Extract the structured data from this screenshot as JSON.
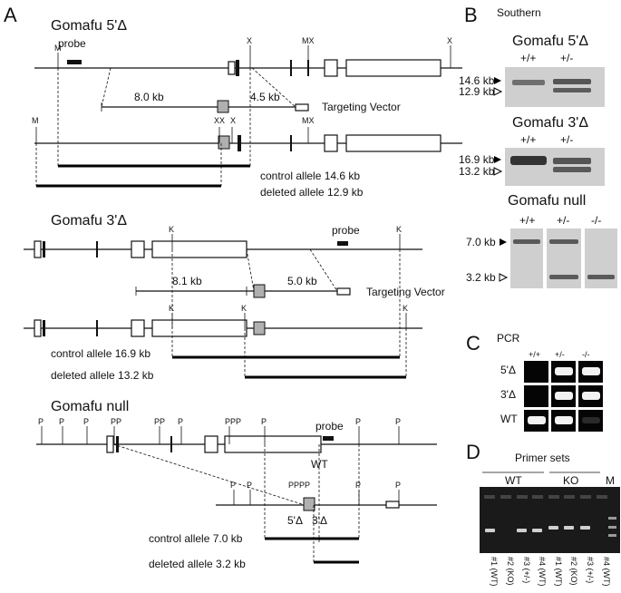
{
  "panels": {
    "a": "A",
    "b": "B",
    "c": "C",
    "d": "D"
  },
  "panel_a": {
    "g5": {
      "title": "Gomafu 5'Δ",
      "probe": "probe",
      "len_left": "8.0 kb",
      "len_right": "4.5 kb",
      "targeting_vector": "Targeting Vector",
      "control": "control allele 14.6 kb",
      "deleted": "deleted allele 12.9 kb",
      "site_m": "M",
      "site_x": "X",
      "site_xx": "XX"
    },
    "g3": {
      "title": "Gomafu 3'Δ",
      "probe": "probe",
      "len_left": "8.1 kb",
      "len_right": "5.0 kb",
      "targeting_vector": "Targeting Vector",
      "control": "control allele 16.9 kb",
      "deleted": "deleted allele 13.2 kb",
      "site_k": "K"
    },
    "gnull": {
      "title": "Gomafu null",
      "probe": "probe",
      "control": "control allele 7.0 kb",
      "deleted": "deleted allele 3.2 kb",
      "site_p": "P",
      "site_pp": "PP",
      "site_ppp": "PPP",
      "site_pppp": "PPPP",
      "primer_wt": "WT",
      "primer_5": "5'Δ",
      "primer_3": "3'Δ"
    }
  },
  "panel_b": {
    "title": "Southern",
    "blots": [
      {
        "name": "Gomafu 5'Δ",
        "lanes": [
          "+/+",
          "+/-"
        ],
        "bands": [
          "14.6 kb",
          "12.9 kb"
        ]
      },
      {
        "name": "Gomafu 3'Δ",
        "lanes": [
          "+/+",
          "+/-"
        ],
        "bands": [
          "16.9 kb",
          "13.2 kb"
        ]
      },
      {
        "name": "Gomafu null",
        "lanes": [
          "+/+",
          "+/-",
          "-/-"
        ],
        "bands": [
          "7.0 kb",
          "3.2 kb"
        ]
      }
    ]
  },
  "panel_c": {
    "title": "PCR",
    "lanes": [
      "+/+",
      "+/-",
      "-/-"
    ],
    "rows": [
      "5'Δ",
      "3'Δ",
      "WT"
    ]
  },
  "panel_d": {
    "title": "Primer sets",
    "groups": [
      "WT",
      "KO",
      "M"
    ],
    "lane_labels": [
      "#1 (WT)",
      "#2 (KO)",
      "#3 (+/-)",
      "#4 (WT)",
      "#1 (WT)",
      "#2 (KO)",
      "#3 (+/-)",
      "#4 (WT)"
    ]
  }
}
